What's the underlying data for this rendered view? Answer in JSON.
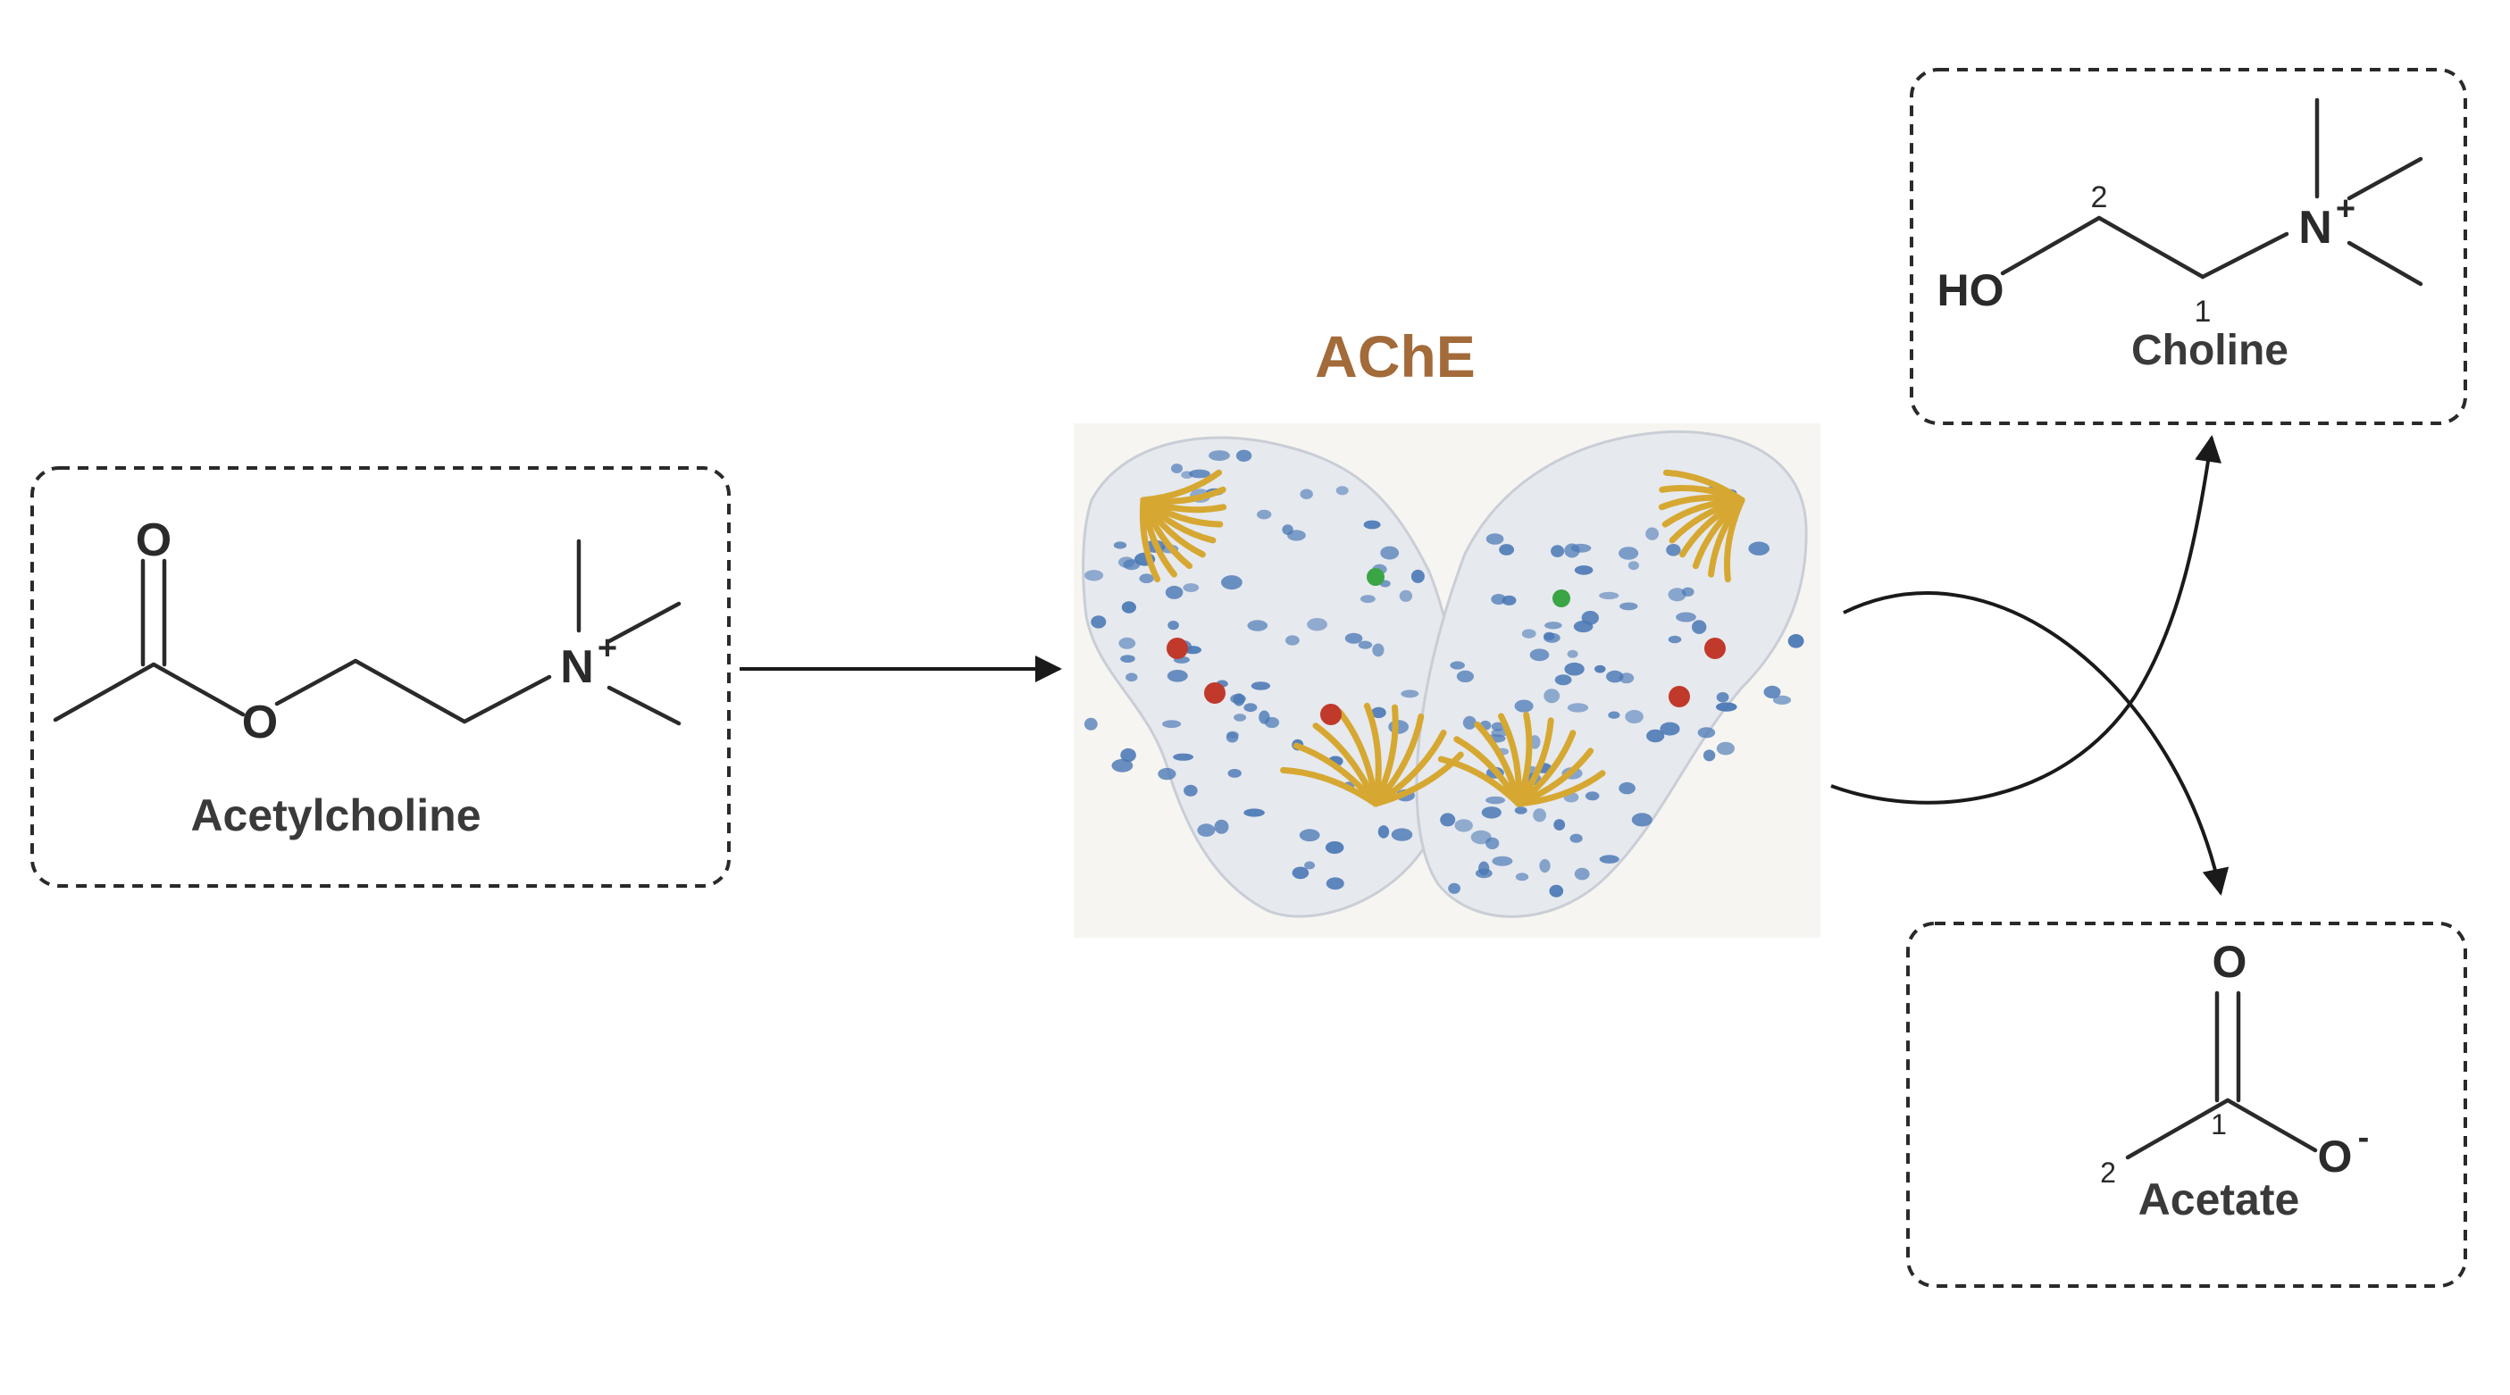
{
  "enzyme": {
    "label": "AChE",
    "label_color": "#a36a3a",
    "helix_color": "#4a78b5",
    "sheet_color": "#d6a832",
    "coil_color": "#c9ced6",
    "ligand_colors": [
      "#c0392b",
      "#3aa545"
    ]
  },
  "substrate": {
    "label": "Acetylcholine",
    "atoms": {
      "carbonyl_O": "O",
      "ester_O": "O",
      "N": "N",
      "charge": "+"
    }
  },
  "product_choline": {
    "label": "Choline",
    "atoms": {
      "hydroxyl": "HO",
      "N": "N",
      "charge": "+"
    },
    "numbers": {
      "c1": "1",
      "c2": "2"
    }
  },
  "product_acetate": {
    "label": "Acetate",
    "atoms": {
      "carbonyl_O": "O",
      "anion_O": "O",
      "charge": "-"
    },
    "numbers": {
      "c1": "1",
      "c2": "2"
    }
  }
}
